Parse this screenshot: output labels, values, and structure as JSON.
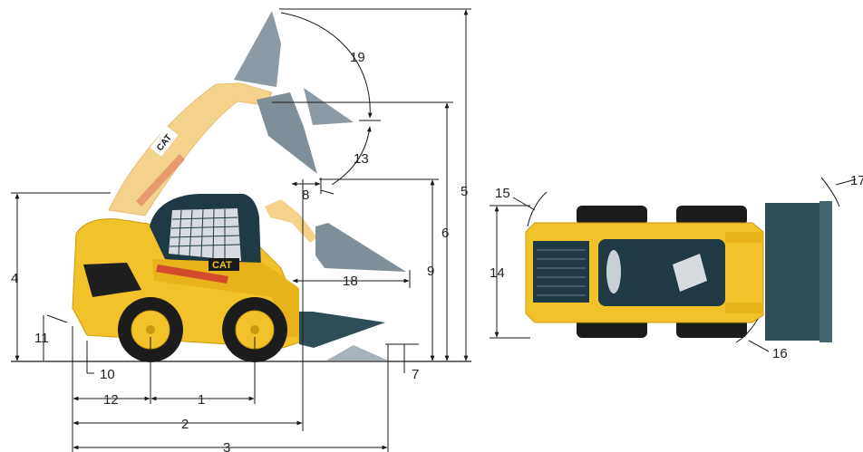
{
  "diagram": {
    "side_view": {
      "logo": "CAT",
      "labels": {
        "d1": "1",
        "d2": "2",
        "d3": "3",
        "d4": "4",
        "d5": "5",
        "d6": "6",
        "d7": "7",
        "d8": "8",
        "d9": "9",
        "d10": "10",
        "d11": "11",
        "d12": "12",
        "d13": "13",
        "d18": "18",
        "d19": "19"
      }
    },
    "top_view": {
      "labels": {
        "d14": "14",
        "d15": "15",
        "d16": "16",
        "d17": "17"
      }
    },
    "colors": {
      "machine_yellow": "#f2c22a",
      "arm_faded": "#f3d28c",
      "bucket_gray": "#8b9aa4",
      "bucket_dark": "#2f4d56",
      "cab_dark": "#1f3a44",
      "tire_black": "#1c1c1c"
    }
  }
}
